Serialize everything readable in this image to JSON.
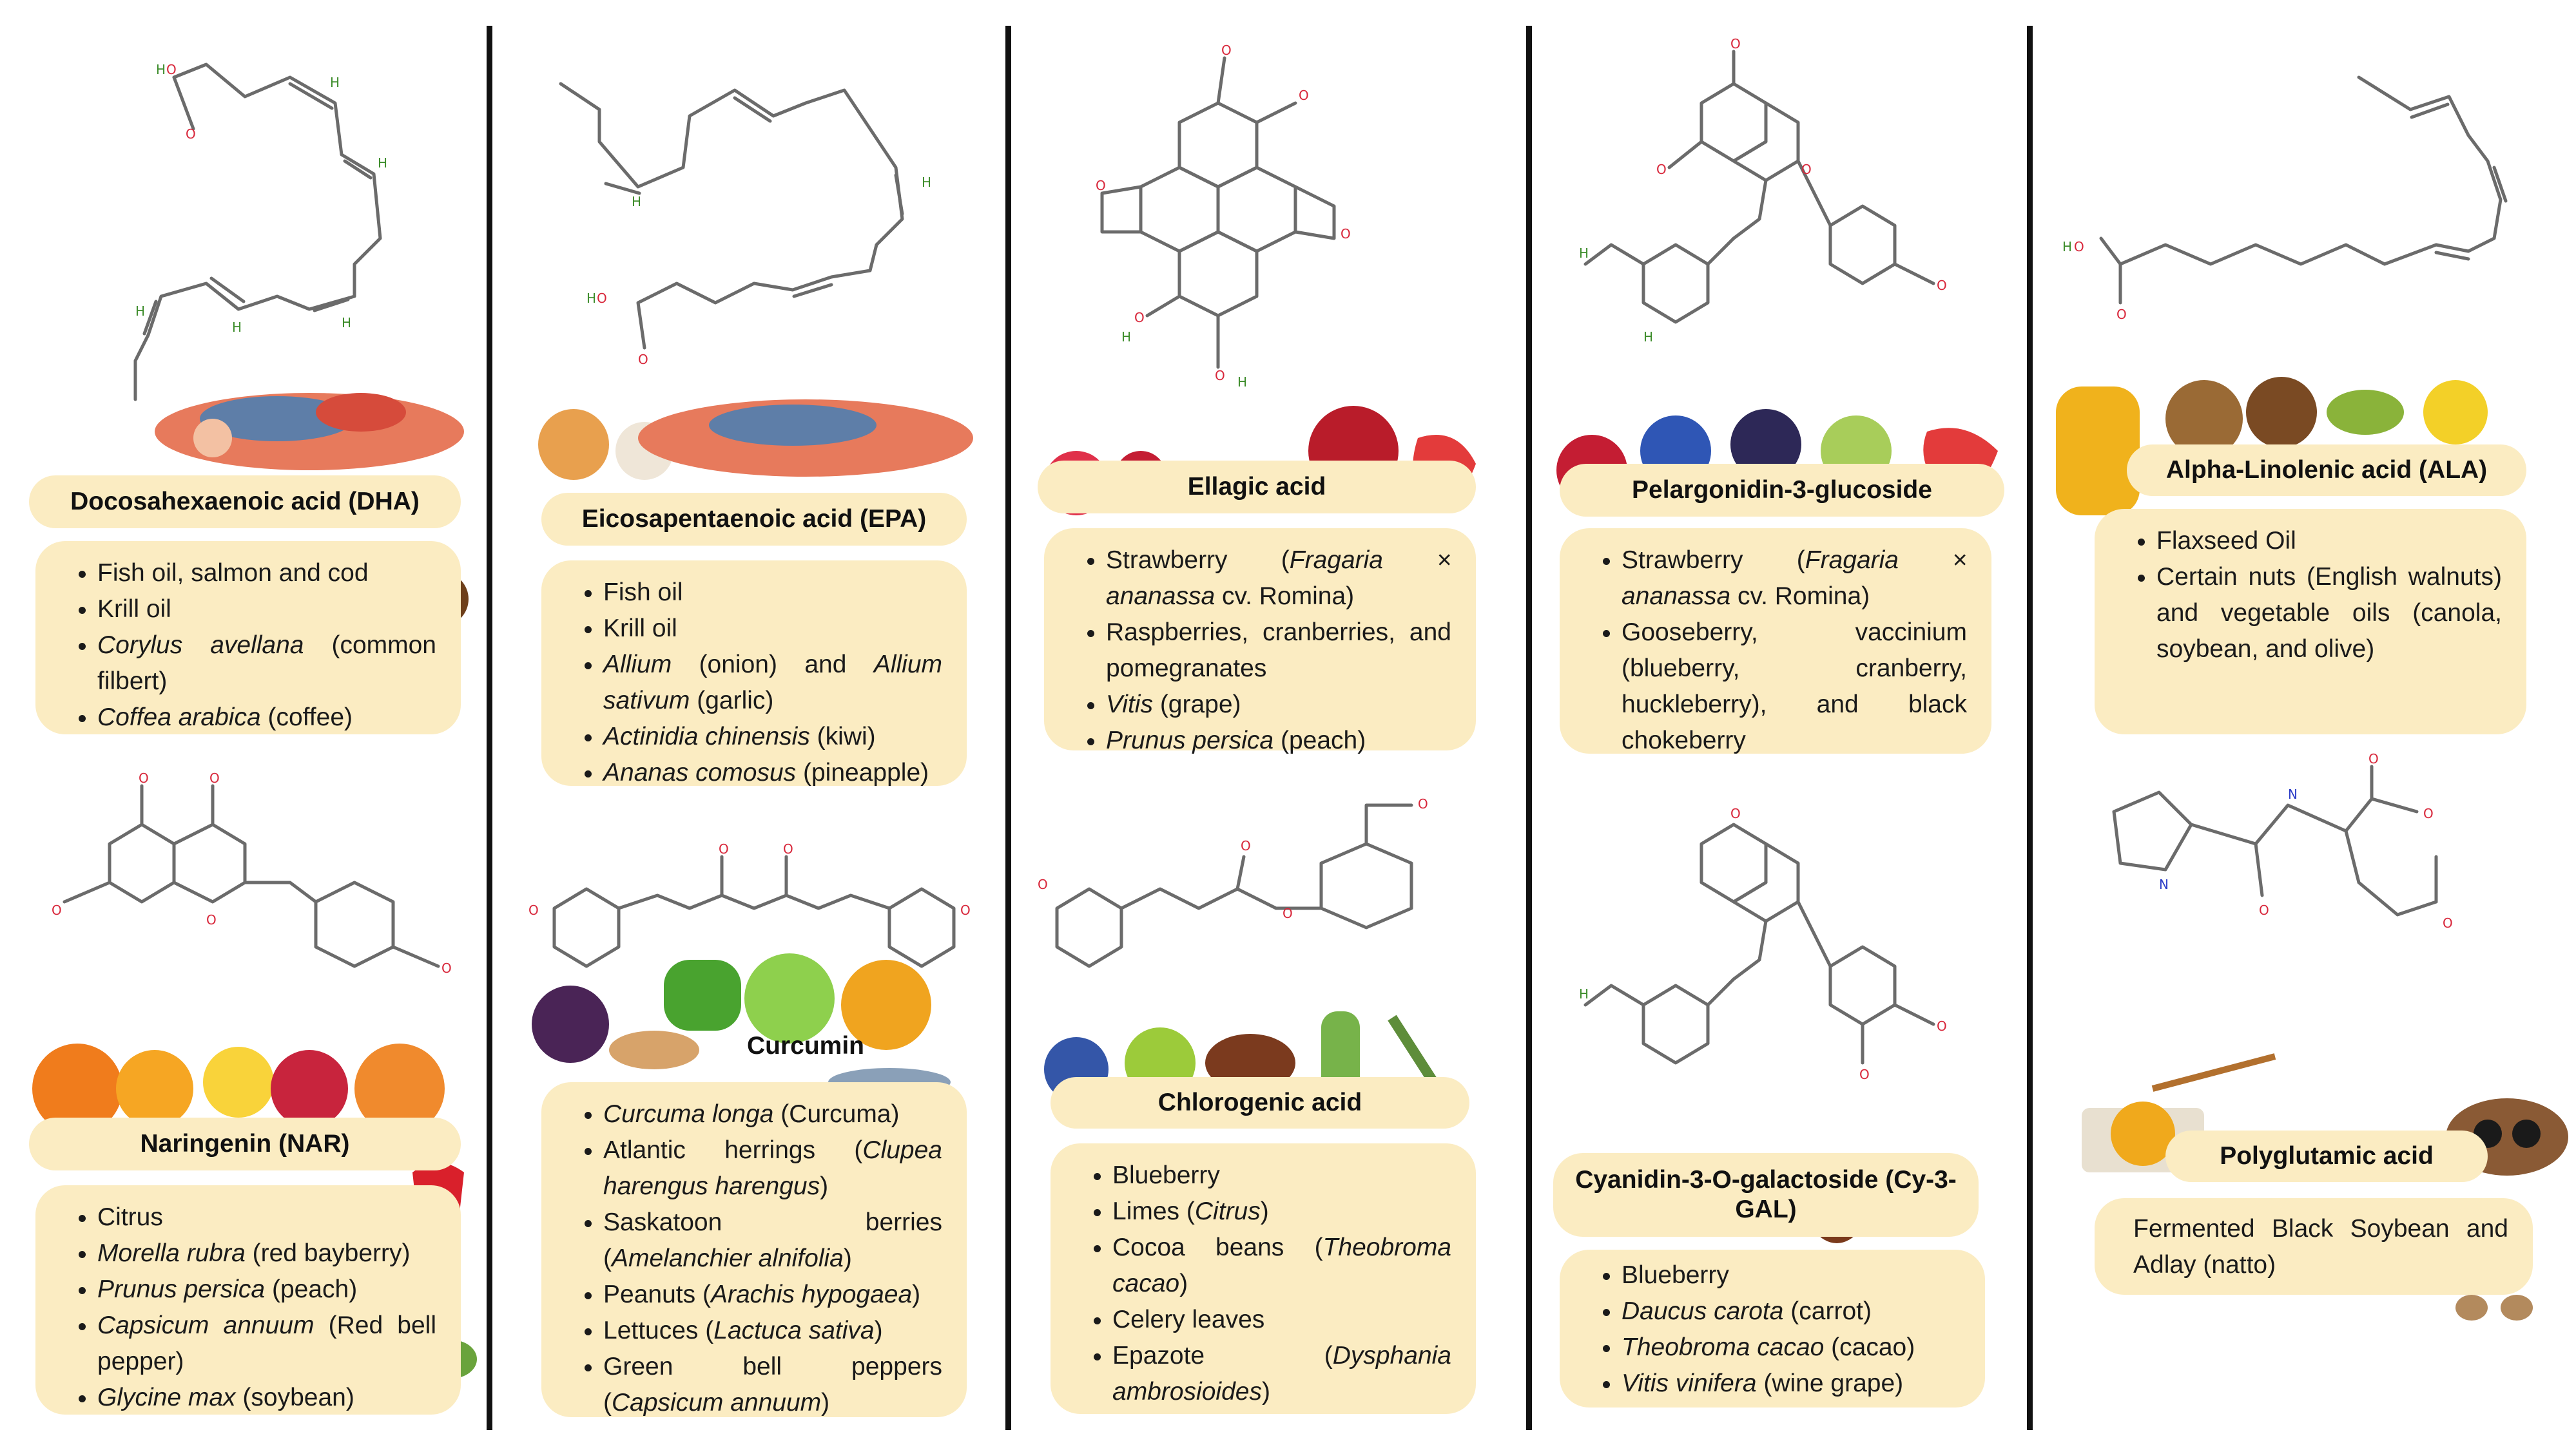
{
  "compounds": [
    {
      "title": "Docosahexaenoic acid (DHA)",
      "sources": [
        {
          "plain": "Fish oil, salmon and cod"
        },
        {
          "plain": "Krill oil"
        },
        {
          "italic": "Corylus avellana",
          "plain": " (common filbert)"
        },
        {
          "italic": "Coffea arabica",
          "plain": " (coffee)"
        }
      ]
    },
    {
      "title": "Naringenin (NAR)",
      "sources": [
        {
          "plain": "Citrus"
        },
        {
          "italic": "Morella rubra",
          "plain": " (red bayberry)"
        },
        {
          "italic": "Prunus persica",
          "plain": " (peach)"
        },
        {
          "italic": "Capsicum annuum",
          "plain": " (Red bell pepper)"
        },
        {
          "italic": "Glycine max",
          "plain": " (soybean)"
        }
      ]
    },
    {
      "title": "Eicosapentaenoic acid (EPA)",
      "sources": [
        {
          "plain": "Fish oil"
        },
        {
          "plain": "Krill oil"
        },
        {
          "italic": "Allium",
          "plain": " (onion) and ",
          "italic2": "Allium sativum",
          "plain2": " (garlic)"
        },
        {
          "italic": "Actinidia chinensis",
          "plain": " (kiwi)"
        },
        {
          "italic": "Ananas comosus",
          "plain": " (pineapple)"
        }
      ]
    },
    {
      "title": "Curcumin",
      "sources": [
        {
          "italic": "Curcuma longa",
          "plain": " (Curcuma)"
        },
        {
          "plain": "Atlantic herrings (",
          "italic": "Clupea harengus harengus",
          "plain2": ")"
        },
        {
          "plain": "Saskatoon berries (",
          "italic": "Amelanchier alnifolia",
          "plain2": ")"
        },
        {
          "plain": "Peanuts (",
          "italic": "Arachis hypogaea",
          "plain2": ")"
        },
        {
          "plain": "Lettuces (",
          "italic": "Lactuca sativa",
          "plain2": ")"
        },
        {
          "plain": "Green bell peppers (",
          "italic": "Capsicum annuum",
          "plain2": ")"
        }
      ]
    },
    {
      "title": "Ellagic acid",
      "sources": [
        {
          "plain": "Strawberry (",
          "italic": "Fragaria × ananassa",
          "plain2": " cv. Romina)"
        },
        {
          "plain": "Raspberries, cranberries, and pomegranates"
        },
        {
          "italic": "Vitis",
          "plain": " (grape)"
        },
        {
          "italic": "Prunus persica",
          "plain": " (peach)"
        }
      ]
    },
    {
      "title": "Chlorogenic acid",
      "sources": [
        {
          "plain": "Blueberry"
        },
        {
          "plain": "Limes (",
          "italic": "Citrus",
          "plain2": ")"
        },
        {
          "plain": "Cocoa beans (",
          "italic": "Theobroma cacao",
          "plain2": ")"
        },
        {
          "plain": "Celery leaves"
        },
        {
          "plain": "Epazote (",
          "italic": "Dysphania ambrosioides",
          "plain2": ")"
        }
      ]
    },
    {
      "title": "Pelargonidin-3-glucoside",
      "sources": [
        {
          "plain": "Strawberry (",
          "italic": "Fragaria × ananassa",
          "plain2": " cv. Romina)"
        },
        {
          "plain": "Gooseberry, vaccinium (blueberry, cranberry, huckleberry), and black chokeberry"
        }
      ]
    },
    {
      "title": "Cyanidin-3-O-galactoside (Cy-3-GAL)",
      "sources": [
        {
          "plain": "Blueberry"
        },
        {
          "italic": "Daucus carota",
          "plain": " (carrot)"
        },
        {
          "italic": "Theobroma cacao",
          "plain": " (cacao)"
        },
        {
          "italic": "Vitis vinifera",
          "plain": " (wine grape)"
        }
      ]
    },
    {
      "title": "Alpha-Linolenic acid (ALA)",
      "sources": [
        {
          "plain": "Flaxseed Oil"
        },
        {
          "plain": "Certain nuts (English walnuts) and vegetable oils (canola, soybean, and olive)"
        }
      ]
    },
    {
      "title": "Polyglutamic acid",
      "text": "Fermented Black Soybean and Adlay (natto)"
    }
  ],
  "atoms": {
    "oxygen": "O",
    "hydrogen": "H",
    "nitrogen": "N"
  },
  "colors": {
    "banner": "#fbecc2",
    "divider": "#111111",
    "oxygen": "#d8263a",
    "hydrogen": "#3c8c2a",
    "nitrogen": "#2b3cc7"
  },
  "illustrations": [
    "seafood-illustration",
    "hazelnut-illustration",
    "coffee-bean-illustration",
    "citrus-fruit-illustration",
    "red-pepper-illustration",
    "soybean-illustration",
    "onion-garlic-illustration",
    "kiwi-illustration",
    "pineapple-illustration",
    "spice-vegetable-illustration",
    "herring-illustration",
    "berry-pomegranate-illustration",
    "grape-illustration",
    "peach-illustration",
    "blueberry-lime-cocoa-illustration",
    "berry-kiwi-illustration",
    "carrot-cocoa-blueberry-illustration",
    "nut-olive-oil-illustration",
    "natto-illustration",
    "black-soybean-illustration"
  ]
}
